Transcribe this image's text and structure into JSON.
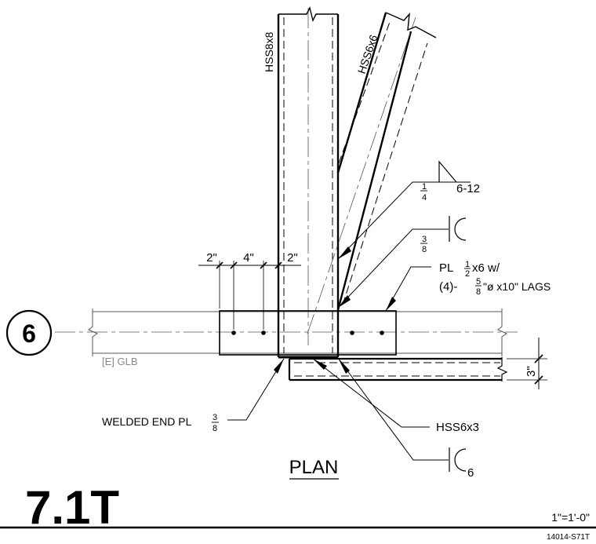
{
  "grid_bubble": "6",
  "members": {
    "column_label": "HSS8x8",
    "brace_label": "HSS6x6",
    "beam_label": "HSS6x3",
    "glb_label": "[E] GLB"
  },
  "dimensions": {
    "d1": "2\"",
    "d2": "4\"",
    "d3": "2\"",
    "vertical": "3\""
  },
  "welds": {
    "fillet_num": "1",
    "fillet_den": "4",
    "fillet_spec": "6-12",
    "pen_num": "3",
    "pen_den": "8",
    "beam_weld": "6"
  },
  "plate_note": {
    "line1_a": "PL",
    "line1_num": "1",
    "line1_den": "2",
    "line1_b": "x6 w/",
    "line2_a": "(4)-",
    "line2_num": "5",
    "line2_den": "8",
    "line2_b": "\"ø x10\" LAGS"
  },
  "end_plate_note": {
    "text": "WELDED END PL",
    "num": "3",
    "den": "8"
  },
  "view_title": "PLAN",
  "detail_number": "7.1T",
  "scale": "1\"=1'-0\"",
  "sheet_ref": "14014-S71T"
}
